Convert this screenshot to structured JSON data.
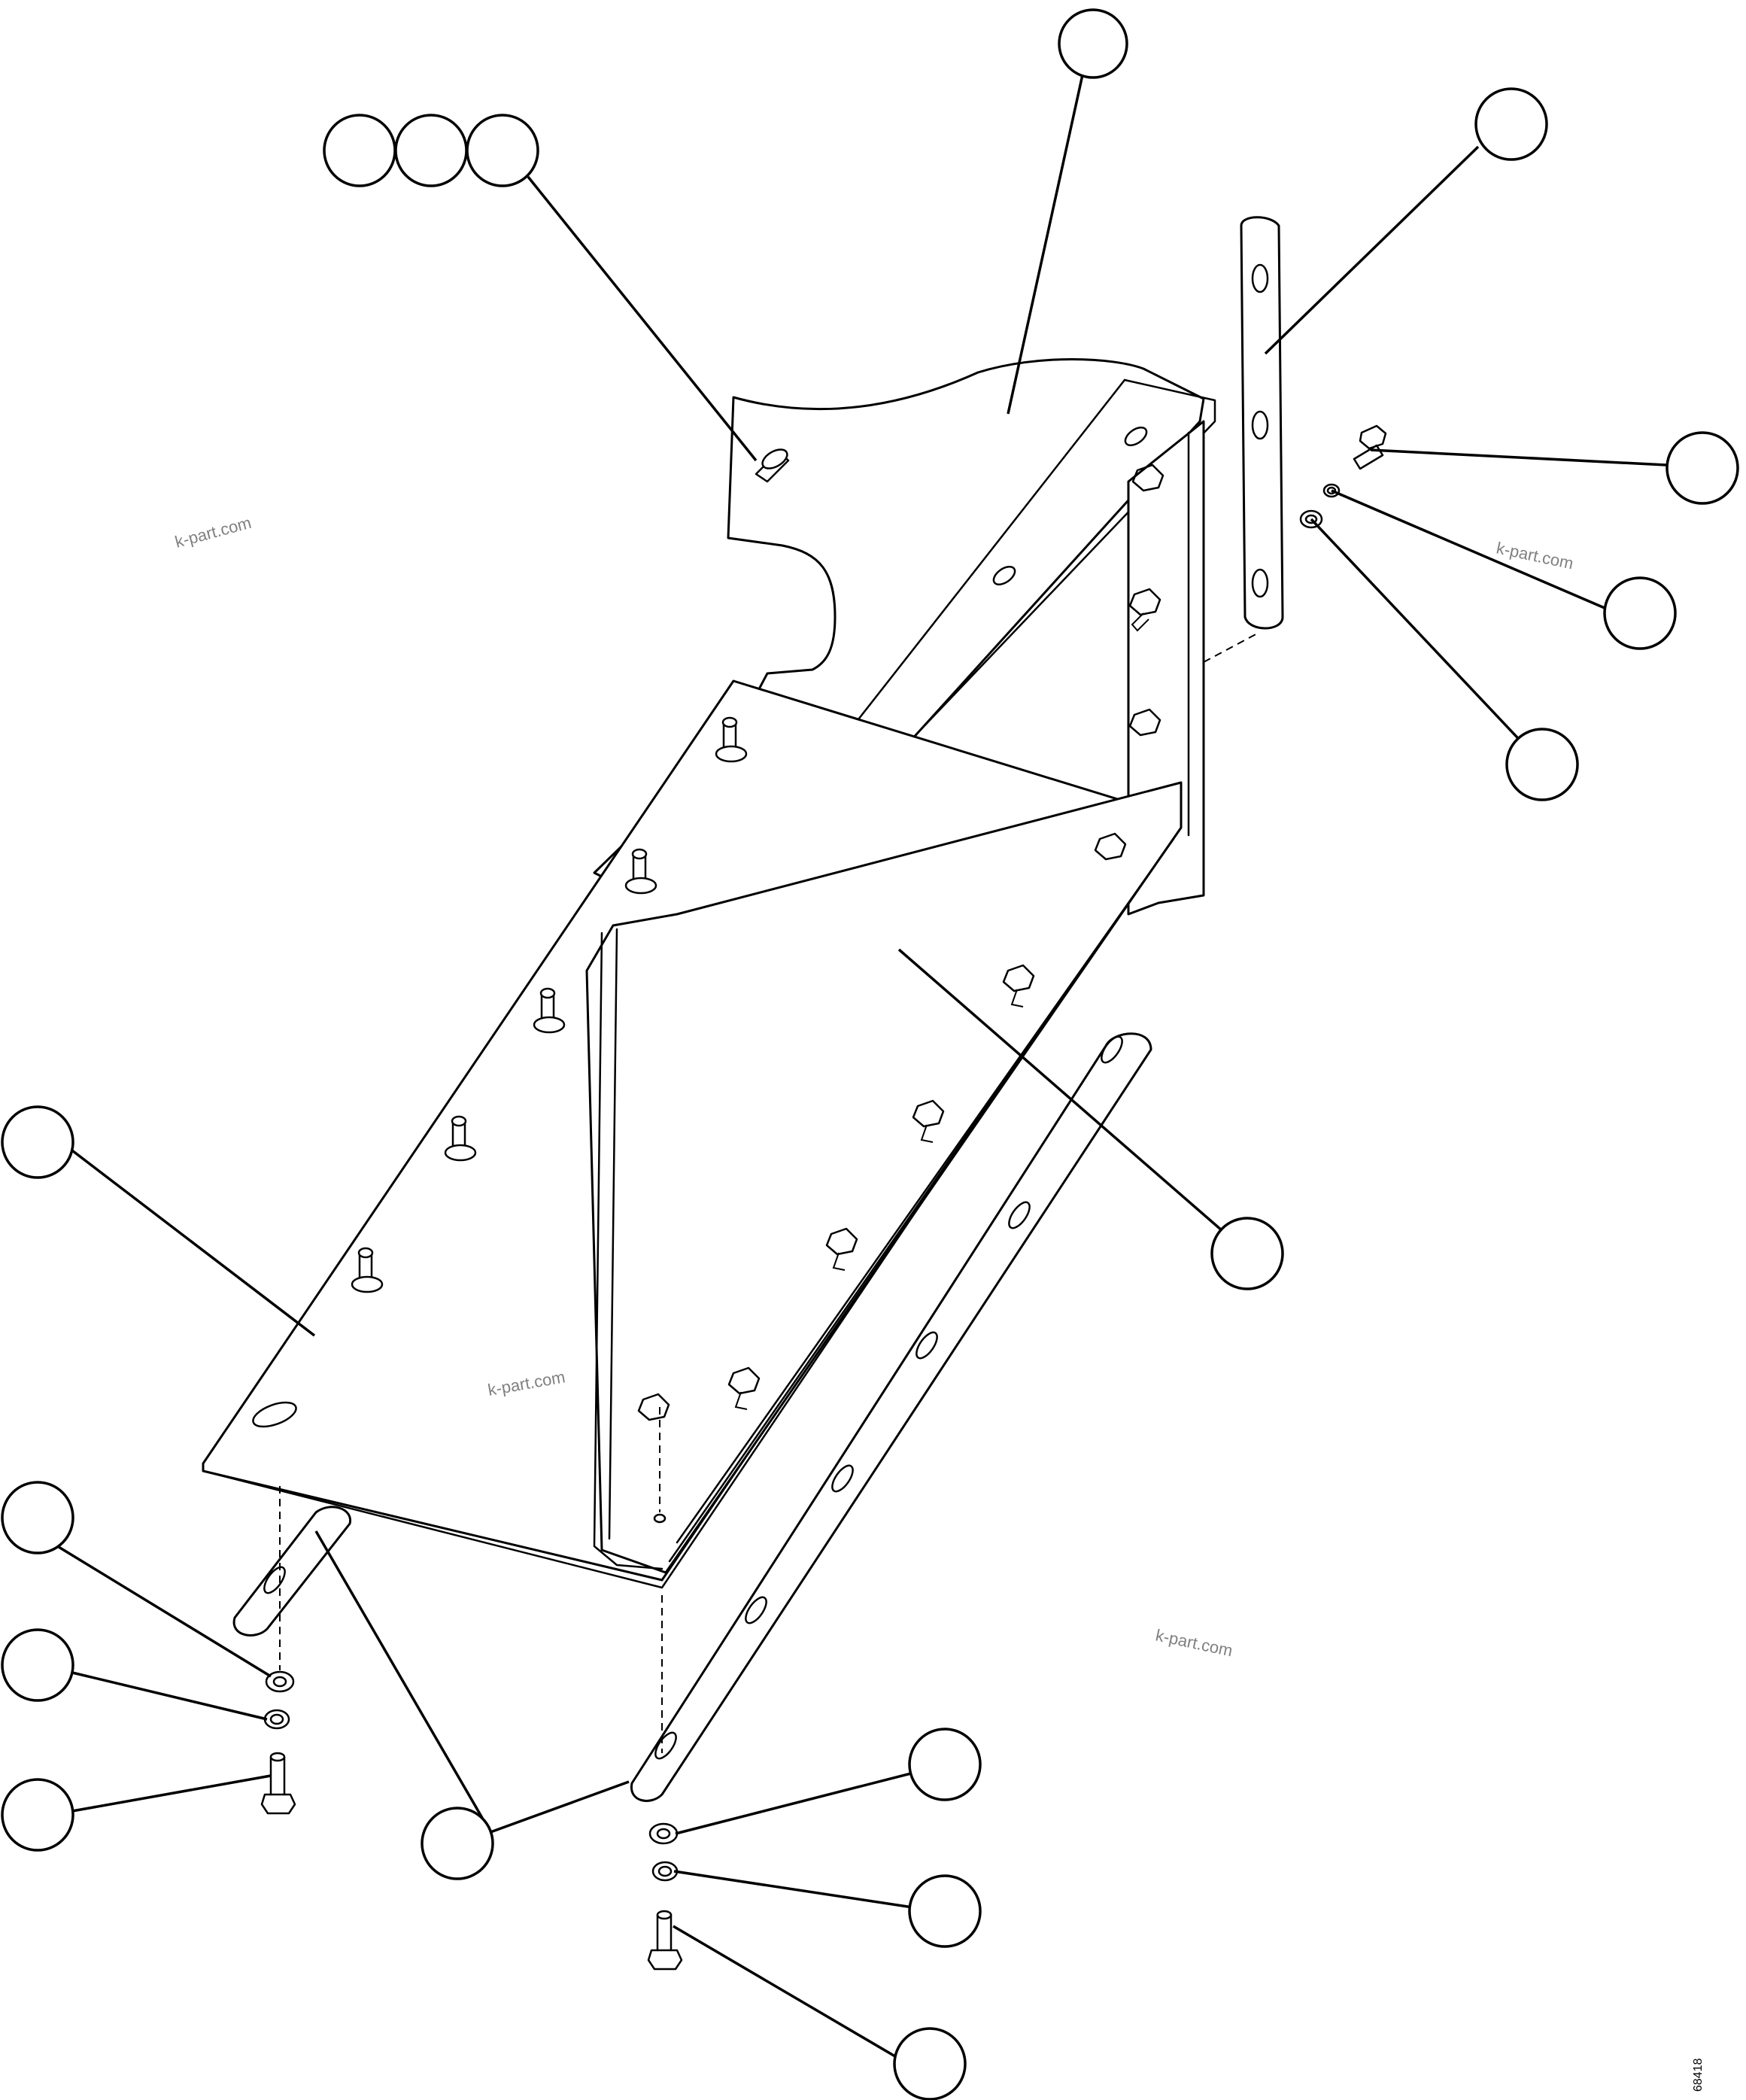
{
  "watermarks": [
    "k-part.com",
    "k-part.com",
    "k-part.com",
    "k-part.com"
  ],
  "reference_number": "68418"
}
